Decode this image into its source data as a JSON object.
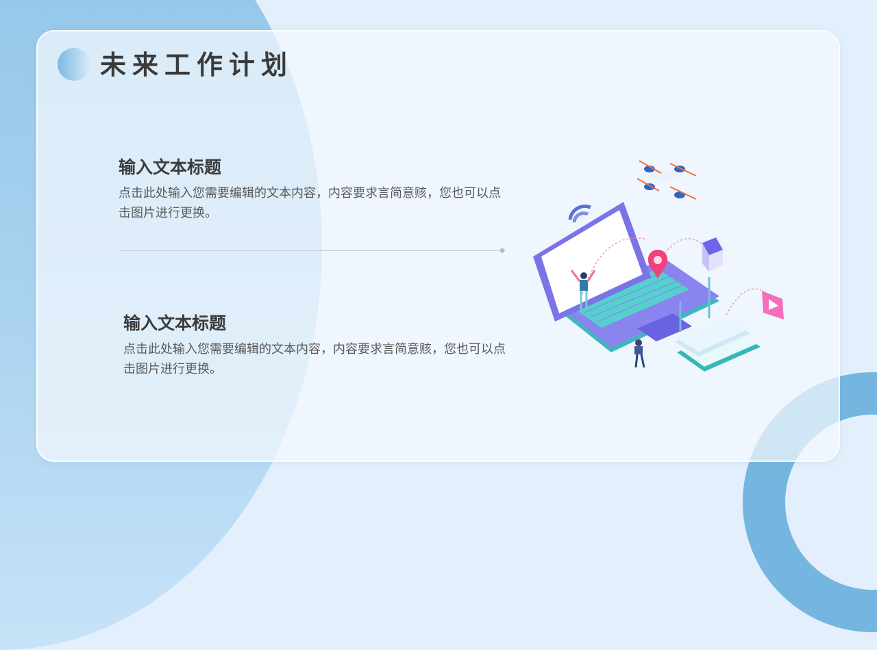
{
  "slide": {
    "title": "未来工作计划",
    "sections": [
      {
        "heading": "输入文本标题",
        "body": "点击此处输入您需要编辑的文本内容，内容要求言简意赅，您也可以点击图片进行更换。"
      },
      {
        "heading": "输入文本标题",
        "body": "点击此处输入您需要编辑的文本内容，内容要求言简意赅，您也可以点击图片进行更换。"
      }
    ],
    "illustration": "isometric-laptop-drone-network-illustration"
  },
  "colors": {
    "background": "#e3effc",
    "accent_blue": "#74b6df",
    "title_text": "#3a3a3a",
    "body_text": "#5a5a5a",
    "laptop_purple": "#7b74e6",
    "keyboard_teal": "#4cc7c9",
    "pin_pink": "#f0417a"
  }
}
